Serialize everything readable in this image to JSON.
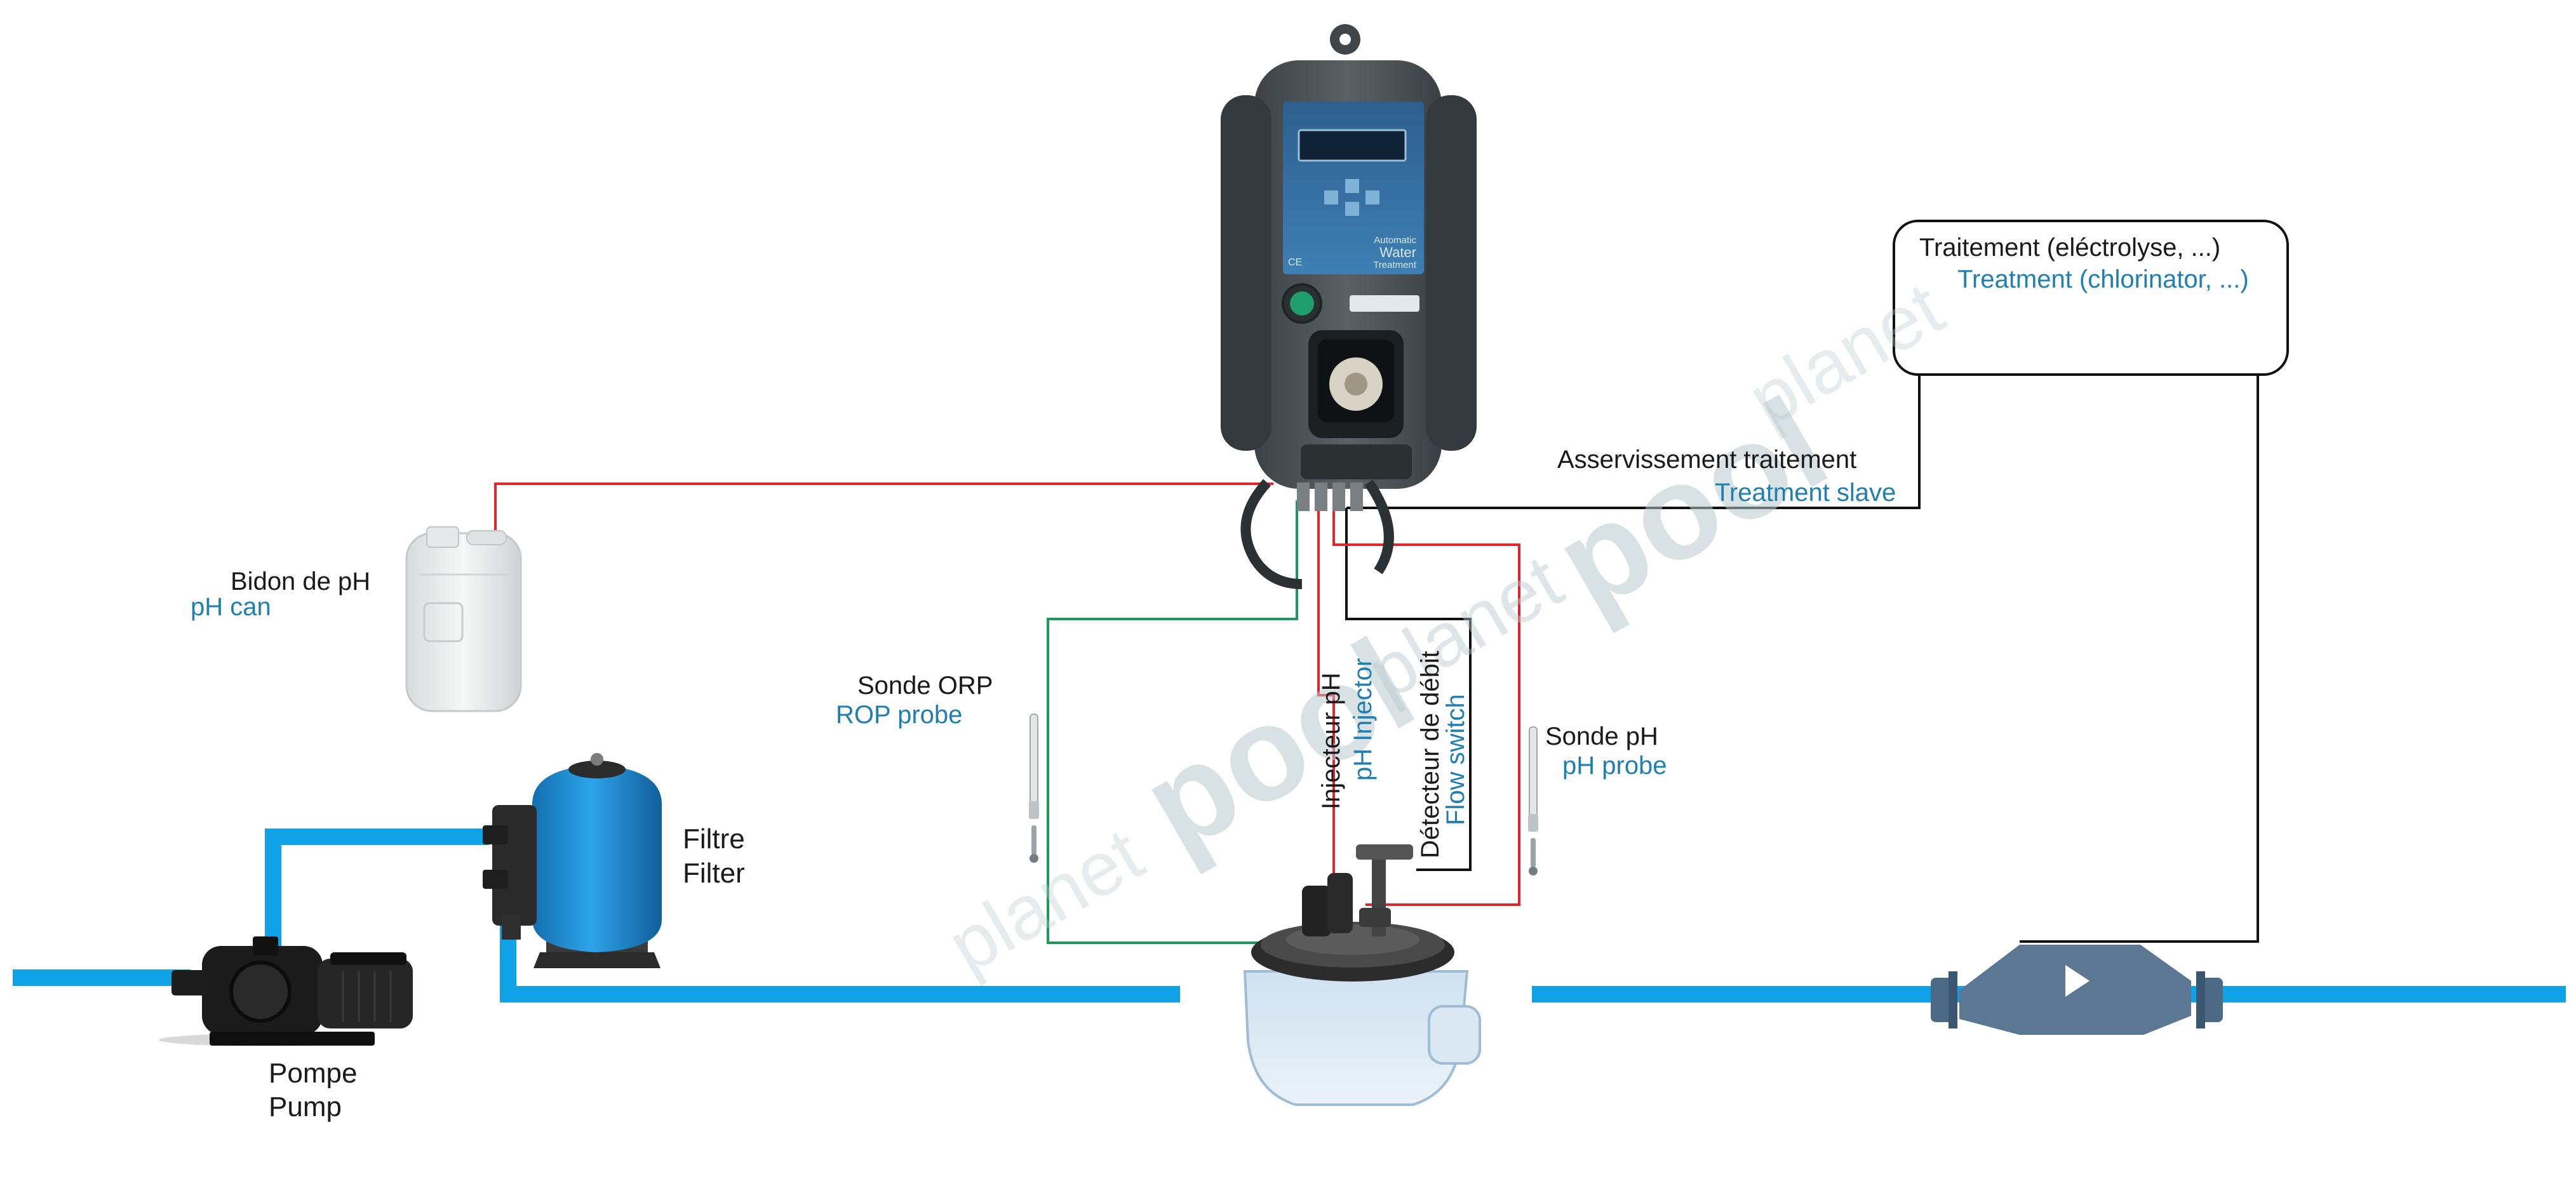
{
  "labels": {
    "ph_can_fr": "Bidon de pH",
    "ph_can_en": "pH can",
    "orp_probe_fr": "Sonde ORP",
    "orp_probe_en": "ROP probe",
    "filter_fr": "Filtre",
    "filter_en": "Filter",
    "pump_fr": "Pompe",
    "pump_en": "Pump",
    "ph_injector_fr": "Injecteur pH",
    "ph_injector_en": "pH Injector",
    "flow_switch_fr": "Détecteur de débit",
    "flow_switch_en": "Flow switch",
    "ph_probe_fr": "Sonde pH",
    "ph_probe_en": "pH probe",
    "treatment_slave_fr": "Asservissement traitement",
    "treatment_slave_en": "Treatment slave",
    "treatment_fr": "Traitement (eléctrolyse, ...)",
    "treatment_en": "Treatment (chlorinator, ...)"
  },
  "device": {
    "panel_line1": "Automatic",
    "panel_line2": "Water",
    "panel_line3": "Treatment",
    "ce_mark": "CE"
  },
  "watermark": {
    "word1": "pool",
    "word2": "planet"
  },
  "colors": {
    "pipe": "#10a2e6",
    "wire_red": "#e0262b",
    "wire_green": "#1a9a5a",
    "wire_black": "#111111",
    "text_en": "#1f7fb3",
    "text_fr": "#1a1a1a",
    "device_body": "#4d5356",
    "filter_tank": "#1e8fd6"
  }
}
